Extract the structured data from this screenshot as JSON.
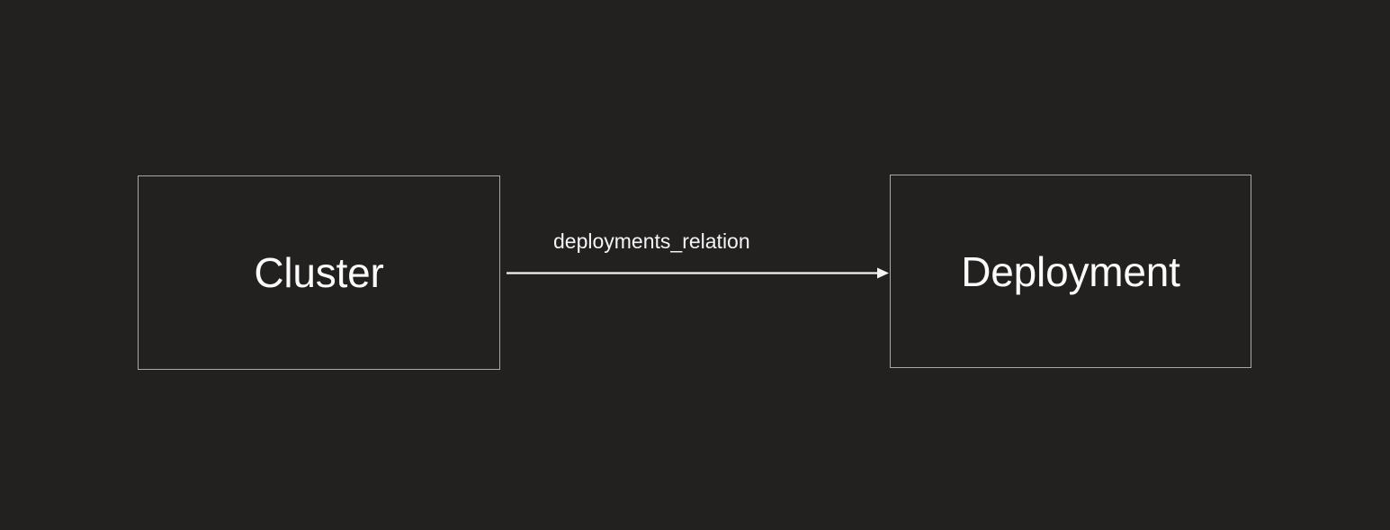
{
  "diagram": {
    "type": "entity-relationship",
    "background_color": "#222120",
    "node_border_color": "#a8a8a6",
    "node_text_color": "#fbfbfb",
    "edge_color": "#f4f4f4",
    "nodes": [
      {
        "id": "cluster",
        "label": "Cluster",
        "shape": "rectangle"
      },
      {
        "id": "deployment",
        "label": "Deployment",
        "shape": "rectangle"
      }
    ],
    "edges": [
      {
        "id": "deployments_relation",
        "label": "deployments_relation",
        "source": "cluster",
        "target": "deployment",
        "style": "solid",
        "arrowhead": "filled-triangle",
        "direction": "forward"
      }
    ]
  }
}
